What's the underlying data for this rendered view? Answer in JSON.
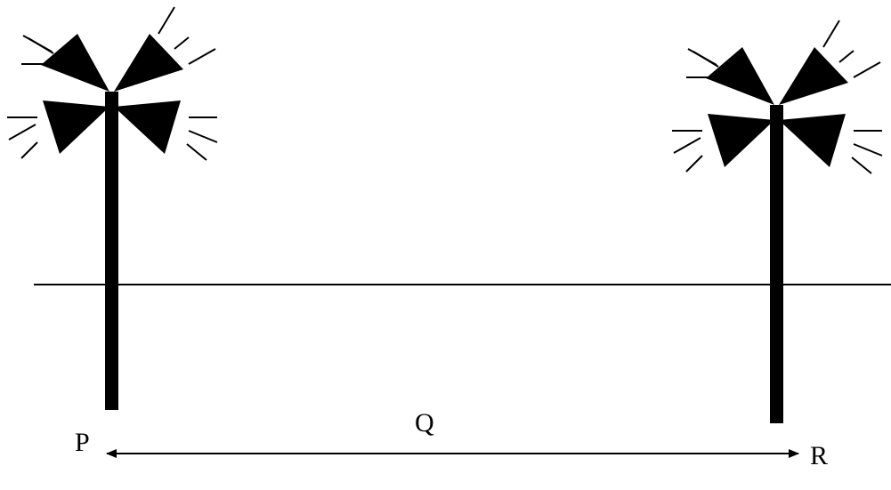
{
  "colors": {
    "ink": "#000000",
    "background": "#ffffff"
  },
  "labels": {
    "p": "P",
    "q": "Q",
    "r": "R"
  },
  "figure": {
    "left_pole": {
      "icon": "loudspeaker-pole-icon",
      "speakers": 4
    },
    "right_pole": {
      "icon": "loudspeaker-pole-icon",
      "speakers": 4
    },
    "baseline": "ground-line",
    "dimension": "double-headed-arrow"
  }
}
